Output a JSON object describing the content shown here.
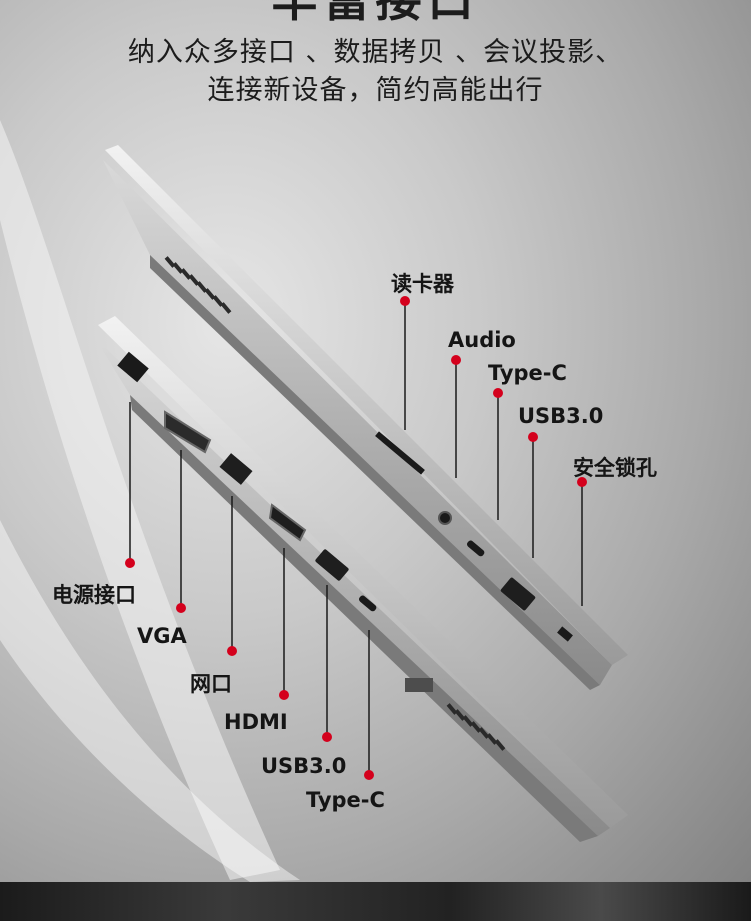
{
  "headline": {
    "title": "丰富接口",
    "line1": "纳入众多接口 、数据拷贝 、会议投影、",
    "line2": "连接新设备，简约高能出行"
  },
  "colors": {
    "accent": "#d4001c",
    "label_text": "#151515",
    "chassis": "#b8b8b8"
  },
  "ports": {
    "right_side": {
      "card_reader": "读卡器",
      "audio": "Audio",
      "type_c": "Type-C",
      "usb3": "USB3.0",
      "lock": "安全锁孔"
    },
    "left_side": {
      "power": "电源接口",
      "vga": "VGA",
      "ethernet": "网口",
      "hdmi": "HDMI",
      "usb3": "USB3.0",
      "type_c": "Type-C"
    }
  }
}
